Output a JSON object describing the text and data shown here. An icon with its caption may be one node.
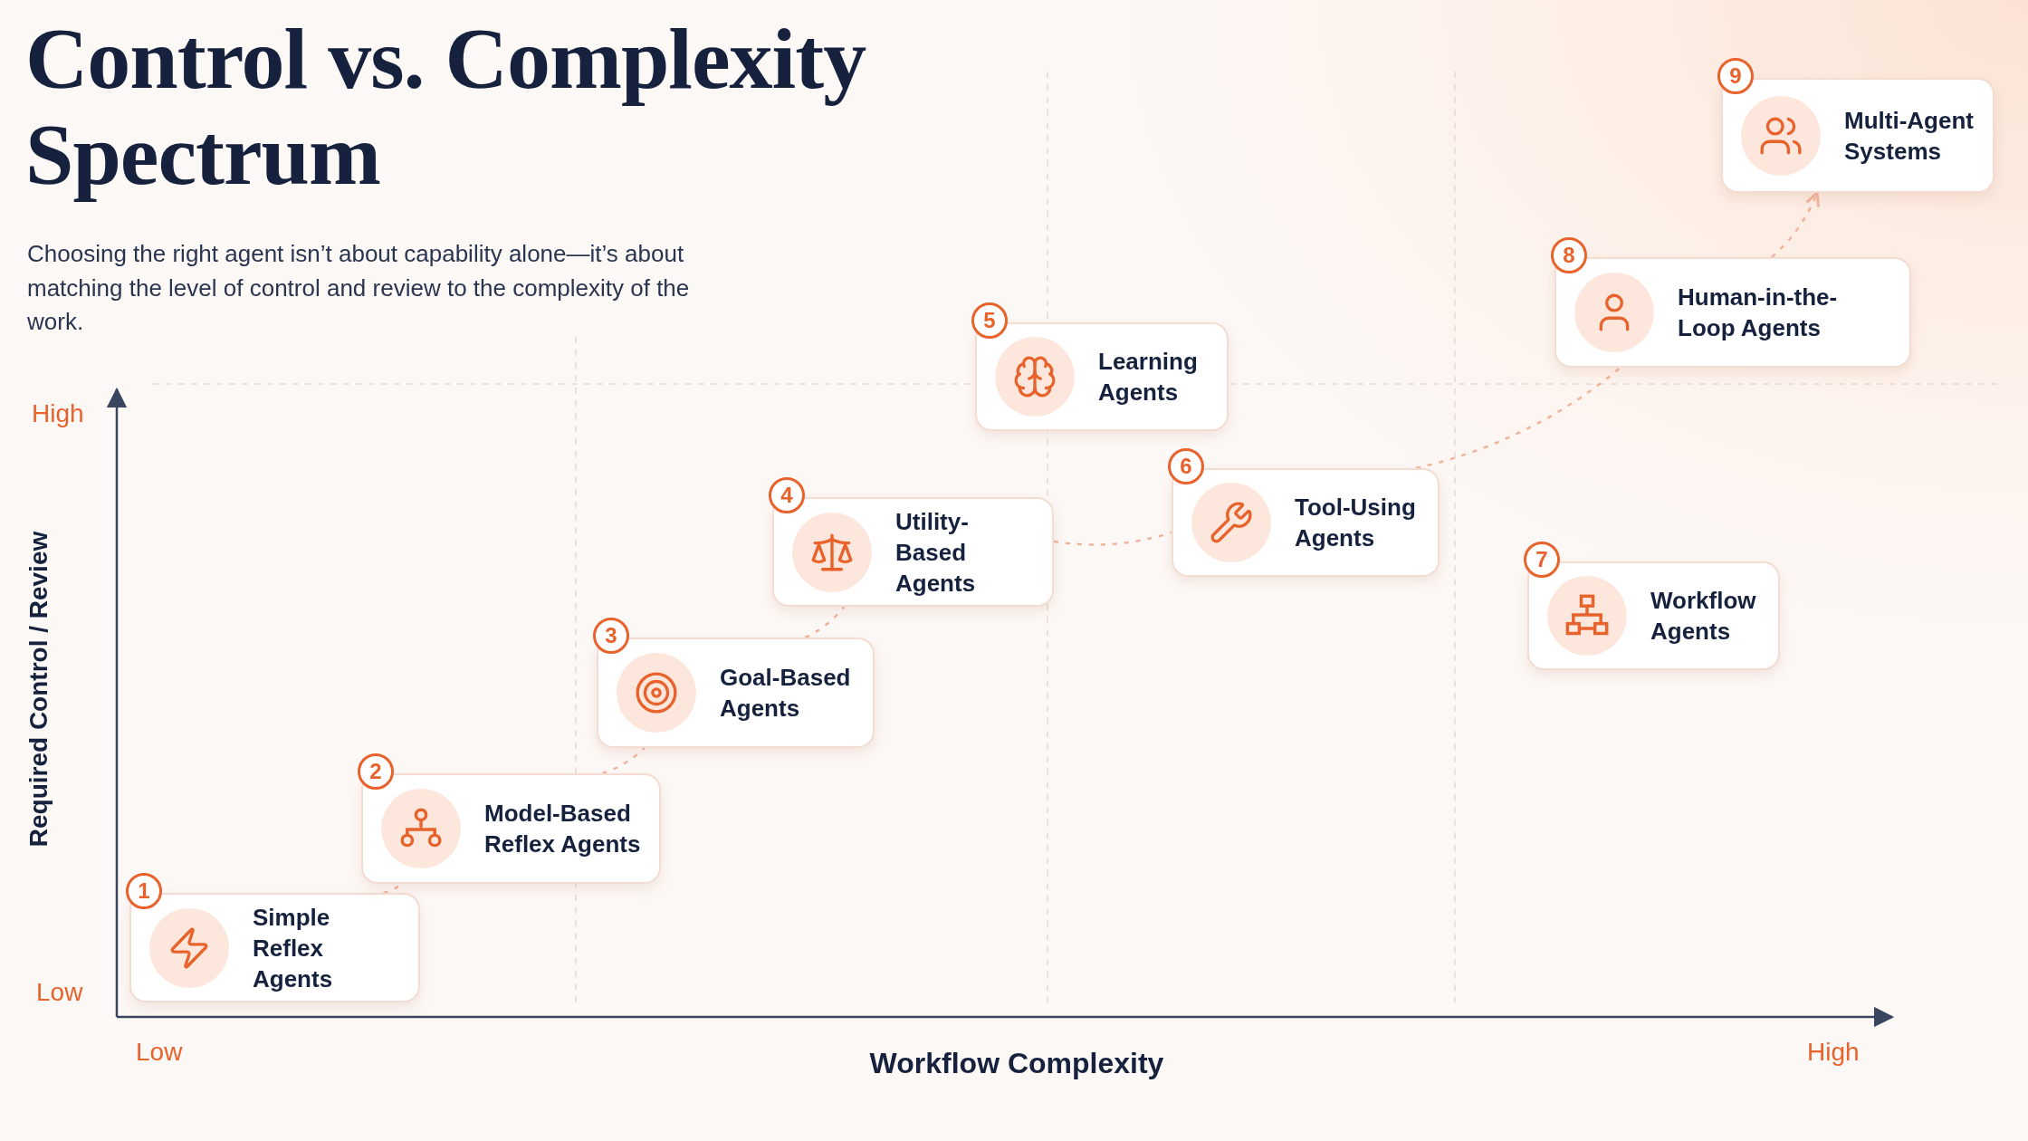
{
  "diagram": {
    "title": "Control vs. Complexity Spectrum",
    "nodes": [
      {
        "text": [
          "Simple Reflex Agents"
        ],
        "beside": [
          "1"
        ]
      },
      {
        "text": [
          "Model-Based Reflex Agents"
        ],
        "beside": [
          "2"
        ]
      },
      {
        "text": [
          "Goal-Based Agents"
        ],
        "beside": [
          "3"
        ]
      },
      {
        "text": [
          "Utility-Based Agents"
        ],
        "beside": [
          "4"
        ]
      },
      {
        "text": [
          "Learning Agents"
        ],
        "beside": [
          "5"
        ]
      },
      {
        "text": [
          "Tool-Using Agents"
        ],
        "beside": [
          "6"
        ]
      },
      {
        "text": [
          "Workflow Agents"
        ],
        "beside": [
          "7"
        ]
      },
      {
        "text": [
          "Human-in-the-Loop Agents"
        ],
        "beside": [
          "8"
        ]
      },
      {
        "text": [
          "Multi-Agent Systems"
        ],
        "beside": [
          "9"
        ]
      }
    ],
    "edges": [
      {
        "from": 0,
        "to": 1,
        "arrow": "none",
        "style": "dashed"
      },
      {
        "from": 1,
        "to": 2,
        "arrow": "none",
        "style": "dashed"
      },
      {
        "from": 2,
        "to": 3,
        "arrow": "none",
        "style": "dashed"
      },
      {
        "from": 3,
        "to": 5,
        "arrow": "none",
        "style": "dashed"
      },
      {
        "from": 5,
        "to": 7,
        "arrow": "none",
        "style": "dashed"
      },
      {
        "from": 7,
        "to": 8,
        "arrow": "to",
        "style": "dashed"
      }
    ],
    "labels": [
      "Choosing the right agent isn’t about capability alone—it’s about matching the level of control and review to the complexity of the work.",
      "High",
      "Required Control / Review",
      "Low",
      "Low",
      "Workflow Complexity",
      "High"
    ]
  }
}
